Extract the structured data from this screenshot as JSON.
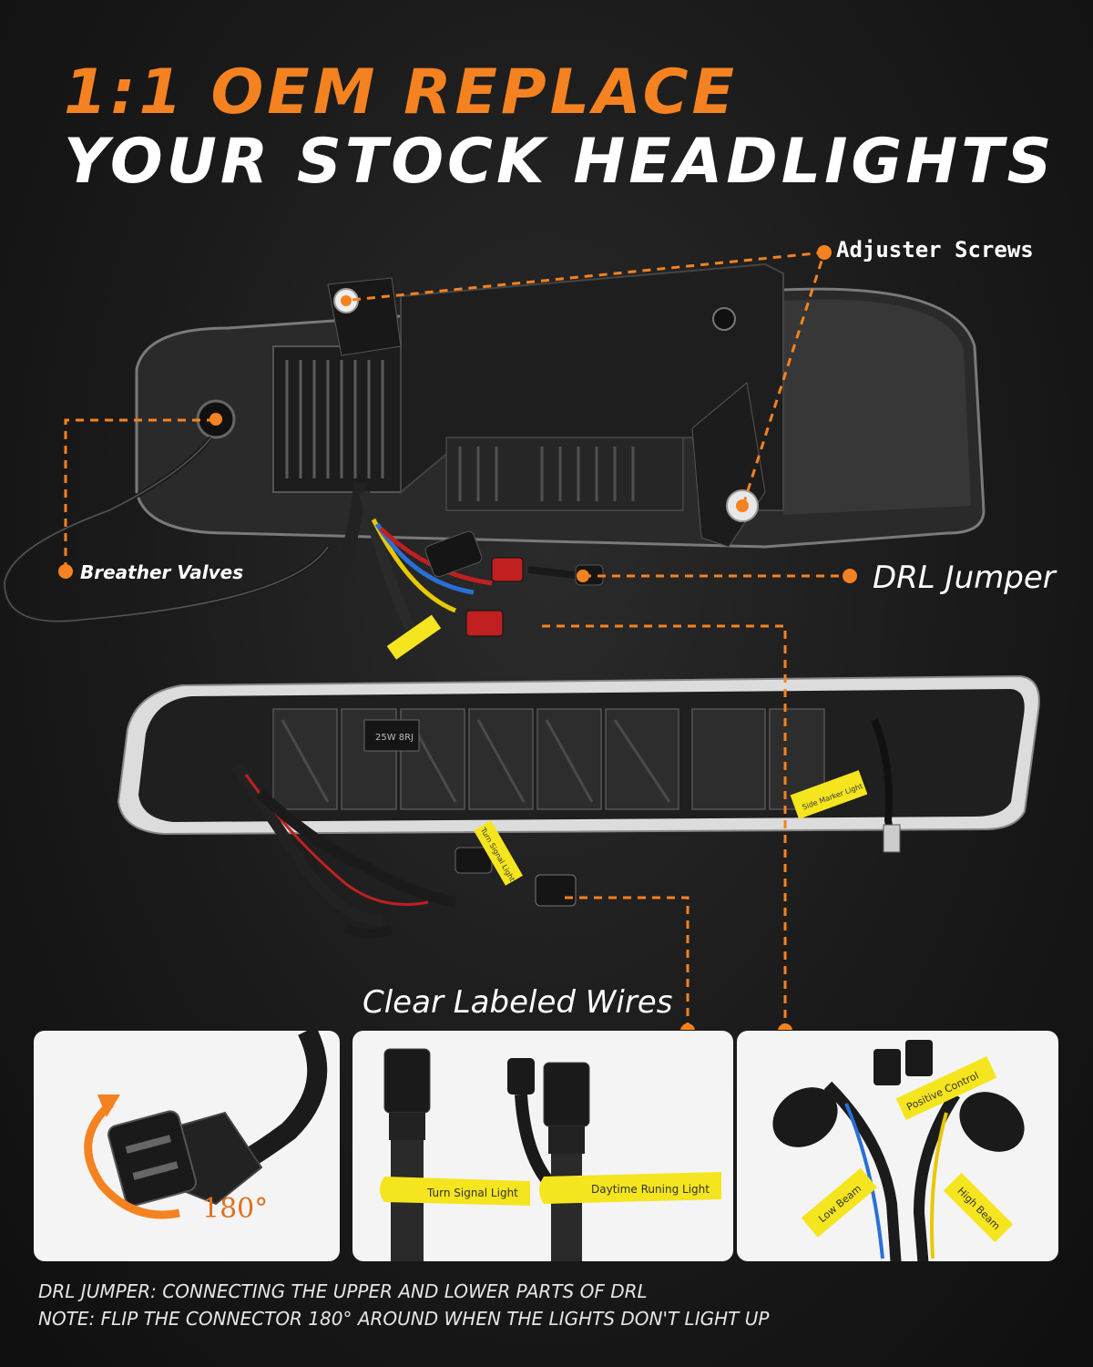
{
  "headline": {
    "line1": "1:1 OEM REPLACE",
    "line2": "YOUR STOCK HEADLIGHTS"
  },
  "callouts": {
    "adjuster_screws": "Adjuster Screws",
    "breather_valves": "Breather Valves",
    "drl_jumper": "DRL Jumper",
    "clear_labeled_wires": "Clear Labeled Wires"
  },
  "detail_panels": {
    "rotation": {
      "angle_label": "180°"
    },
    "connectors": {
      "tag_left": "Turn Signal Light",
      "tag_right": "Daytime Runing Light"
    },
    "harness": {
      "tag_top": "Positive Control",
      "tag_left": "Low Beam",
      "tag_right": "High Beam"
    }
  },
  "lamp_tags": {
    "bulb_label": "25W 8RJ",
    "side_tag": "Side Marker Light",
    "turn_tag": "Turn Signal Light"
  },
  "notes": {
    "line1": "DRL JUMPER: CONNECTING THE UPPER AND LOWER PARTS OF DRL",
    "line2": "NOTE: FLIP THE CONNECTOR 180° AROUND WHEN THE LIGHTS DON'T LIGHT UP"
  },
  "colors": {
    "accent": "#f58220",
    "background": "#1a1a1a",
    "tag": "#f4e51f"
  }
}
